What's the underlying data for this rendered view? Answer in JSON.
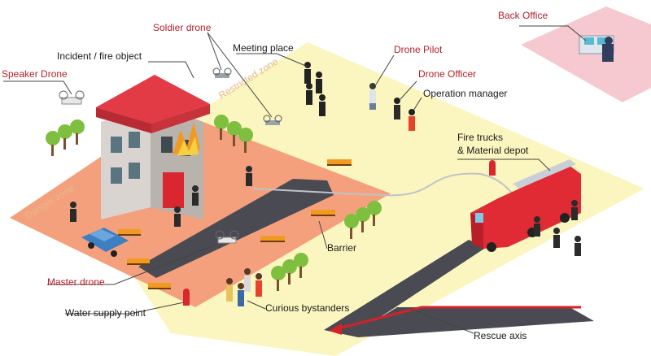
{
  "labels": {
    "back_office": "Back Office",
    "soldier_drone": "Soldier drone",
    "meeting_place": "Meeting place",
    "incident": "Incident / fire object",
    "speaker_drone": "Speaker Drone",
    "drone_pilot": "Drone Pilot",
    "drone_officer": "Drone Officer",
    "operation_manager": "Operation manager",
    "fire_trucks_line1": "Fire trucks",
    "fire_trucks_line2": "& Material depot",
    "barrier": "Barrier",
    "master_drone": "Master drone",
    "water_supply": "Water supply point",
    "curious_bystanders": "Curious bystanders",
    "rescue_axis": "Rescue axis",
    "restricted_zone": "Restricted zone",
    "danger_zone": "Danger zone"
  },
  "colors": {
    "label_red": "#b3202a",
    "label_black": "#1a1a1a",
    "restricted_zone": "#fbf6bf",
    "danger_zone": "#f4a07c",
    "road": "#4a4a52",
    "back_office_bg": "#f5c9cf",
    "rescue_axis": "#d6202a"
  }
}
